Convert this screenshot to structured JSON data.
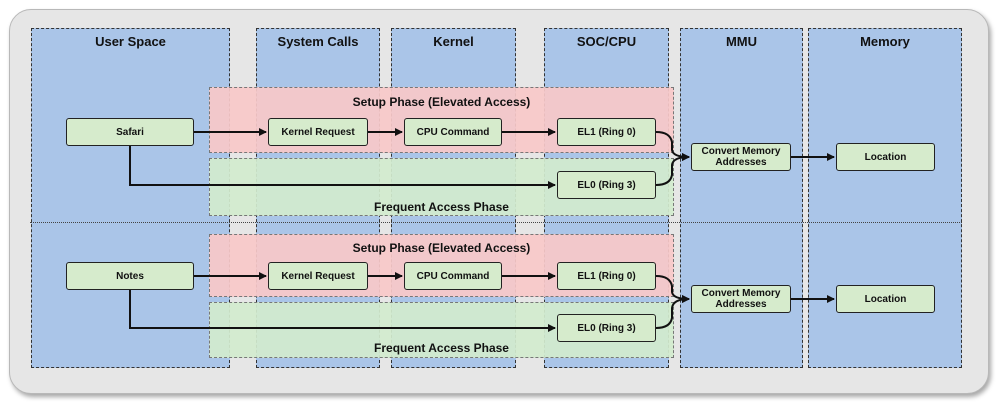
{
  "lanes": {
    "user_space": "User Space",
    "system_calls": "System Calls",
    "kernel": "Kernel",
    "soc_cpu": "SOC/CPU",
    "mmu": "MMU",
    "memory": "Memory"
  },
  "flows": [
    {
      "app": "Safari",
      "setup_phase": "Setup Phase (Elevated Access)",
      "frequent_phase": "Frequent Access Phase",
      "kernel_request": "Kernel Request",
      "cpu_command": "CPU Command",
      "el1": "EL1 (Ring 0)",
      "el0": "EL0 (Ring 3)",
      "mmu": "Convert Memory Addresses",
      "memory": "Location"
    },
    {
      "app": "Notes",
      "setup_phase": "Setup Phase (Elevated Access)",
      "frequent_phase": "Frequent Access Phase",
      "kernel_request": "Kernel Request",
      "cpu_command": "CPU Command",
      "el1": "EL1 (Ring 0)",
      "el0": "EL0 (Ring 3)",
      "mmu": "Convert Memory Addresses",
      "memory": "Location"
    }
  ],
  "colors": {
    "lane": "#aac5e8",
    "setup_phase": "#f8c8c8",
    "frequent_phase": "#d2ebcd",
    "node": "#d6ebcc",
    "frame": "#e6e6e6"
  }
}
